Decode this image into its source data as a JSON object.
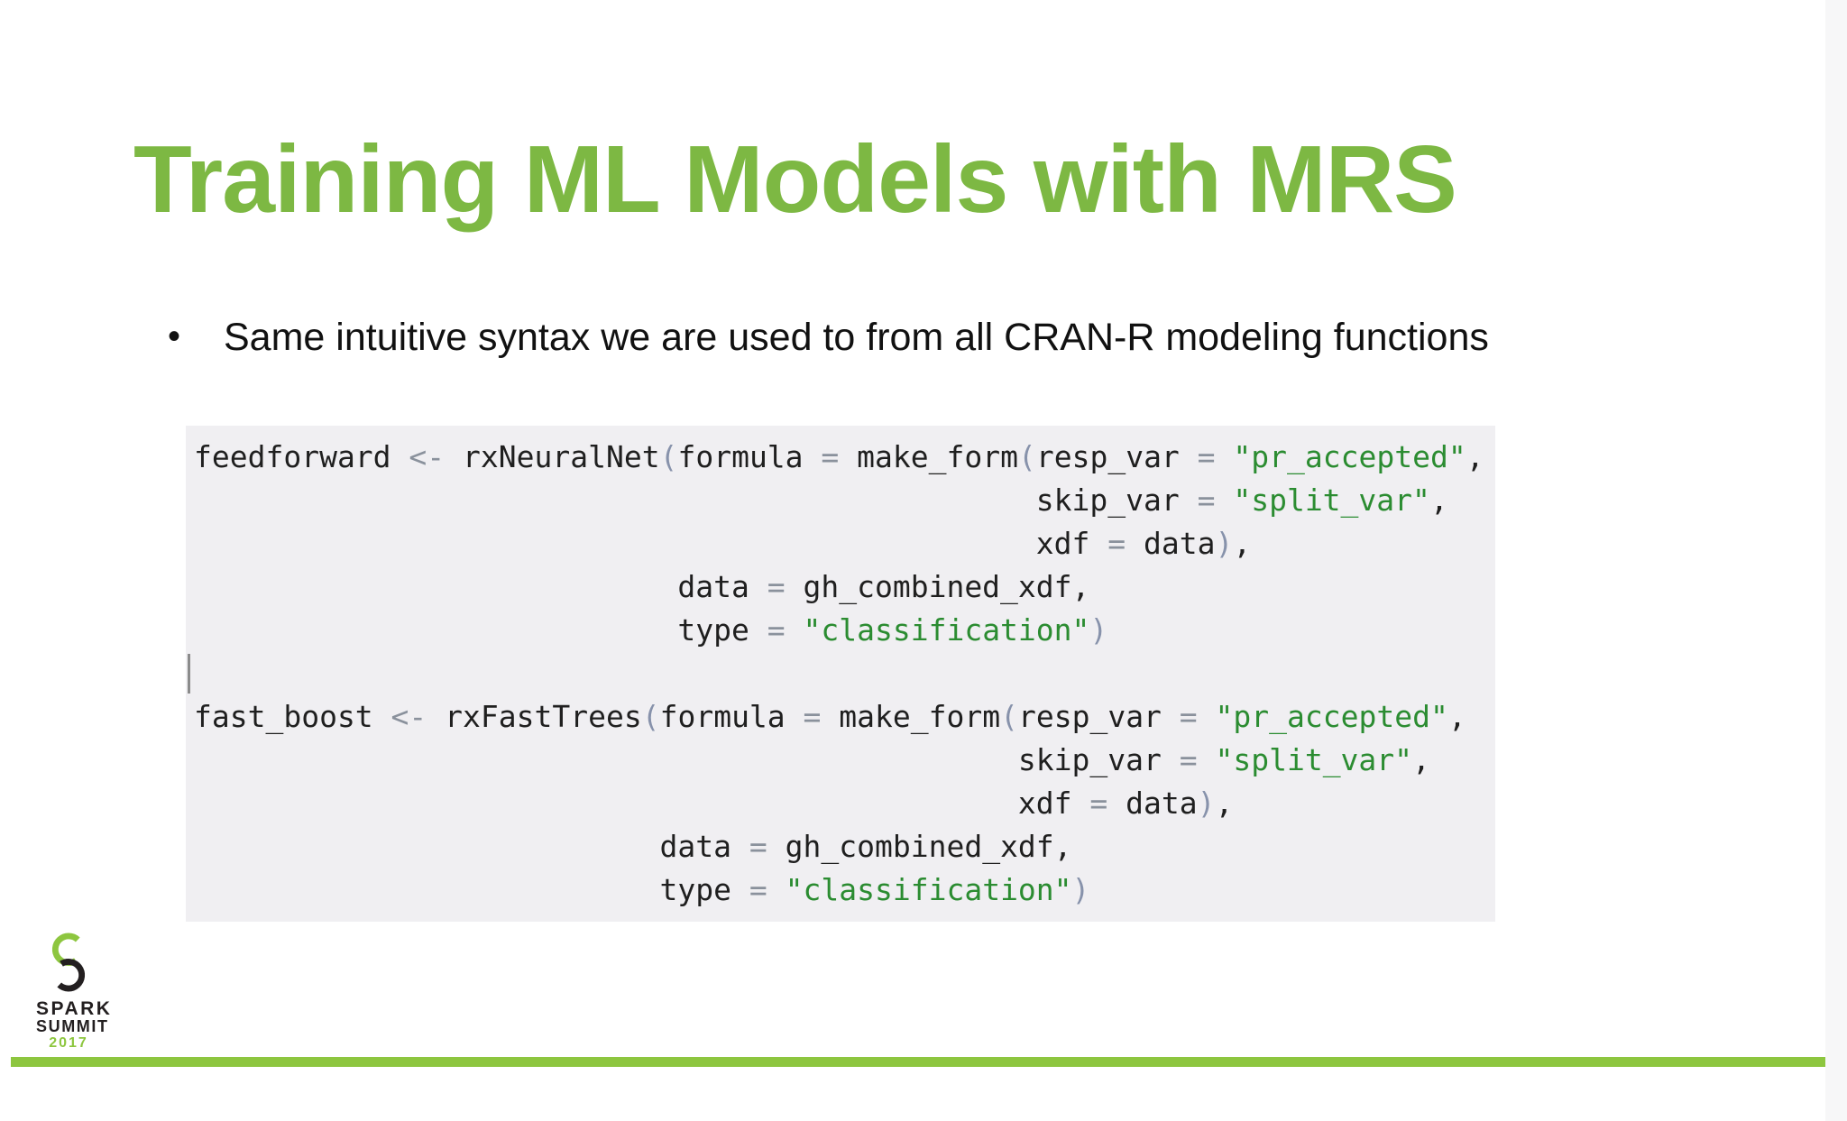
{
  "slide": {
    "title": "Training ML Models with MRS",
    "bullet_marker": "•",
    "bullet_text": "Same intuitive syntax we are used to from all CRAN-R modeling functions"
  },
  "logo": {
    "line1": "SPARK",
    "line2": "SUMMIT",
    "year": "2017"
  },
  "colors": {
    "title_green": "#7db843",
    "accent_green": "#8dc63f",
    "code_string_green": "#2b8c31",
    "code_operator_gray": "#8a919c",
    "code_paren_blue_gray": "#8792ab",
    "code_background": "#f0eff2",
    "code_ink": "#1f1f1f"
  },
  "code": {
    "cursor_line": 5,
    "lines": [
      [
        [
          "p",
          "feedforward "
        ],
        [
          "o",
          "<-"
        ],
        [
          "p",
          " rxNeuralNet"
        ],
        [
          "b",
          "("
        ],
        [
          "p",
          "formula "
        ],
        [
          "o",
          "="
        ],
        [
          "p",
          " make_form"
        ],
        [
          "b",
          "("
        ],
        [
          "p",
          "resp_var "
        ],
        [
          "o",
          "="
        ],
        [
          "p",
          " "
        ],
        [
          "s",
          "\"pr_accepted\""
        ],
        [
          "p",
          ","
        ]
      ],
      [
        [
          "p",
          "                                               skip_var "
        ],
        [
          "o",
          "="
        ],
        [
          "p",
          " "
        ],
        [
          "s",
          "\"split_var\""
        ],
        [
          "p",
          ","
        ]
      ],
      [
        [
          "p",
          "                                               xdf "
        ],
        [
          "o",
          "="
        ],
        [
          "p",
          " data"
        ],
        [
          "b",
          ")"
        ],
        [
          "p",
          ","
        ]
      ],
      [
        [
          "p",
          "                           data "
        ],
        [
          "o",
          "="
        ],
        [
          "p",
          " gh_combined_xdf,"
        ]
      ],
      [
        [
          "p",
          "                           type "
        ],
        [
          "o",
          "="
        ],
        [
          "p",
          " "
        ],
        [
          "s",
          "\"classification\""
        ],
        [
          "b",
          ")"
        ]
      ],
      [],
      [
        [
          "p",
          "fast_boost "
        ],
        [
          "o",
          "<-"
        ],
        [
          "p",
          " rxFastTrees"
        ],
        [
          "b",
          "("
        ],
        [
          "p",
          "formula "
        ],
        [
          "o",
          "="
        ],
        [
          "p",
          " make_form"
        ],
        [
          "b",
          "("
        ],
        [
          "p",
          "resp_var "
        ],
        [
          "o",
          "="
        ],
        [
          "p",
          " "
        ],
        [
          "s",
          "\"pr_accepted\""
        ],
        [
          "p",
          ","
        ]
      ],
      [
        [
          "p",
          "                                              skip_var "
        ],
        [
          "o",
          "="
        ],
        [
          "p",
          " "
        ],
        [
          "s",
          "\"split_var\""
        ],
        [
          "p",
          ","
        ]
      ],
      [
        [
          "p",
          "                                              xdf "
        ],
        [
          "o",
          "="
        ],
        [
          "p",
          " data"
        ],
        [
          "b",
          ")"
        ],
        [
          "p",
          ","
        ]
      ],
      [
        [
          "p",
          "                          data "
        ],
        [
          "o",
          "="
        ],
        [
          "p",
          " gh_combined_xdf,"
        ]
      ],
      [
        [
          "p",
          "                          type "
        ],
        [
          "o",
          "="
        ],
        [
          "p",
          " "
        ],
        [
          "s",
          "\"classification\""
        ],
        [
          "b",
          ")"
        ]
      ]
    ]
  }
}
